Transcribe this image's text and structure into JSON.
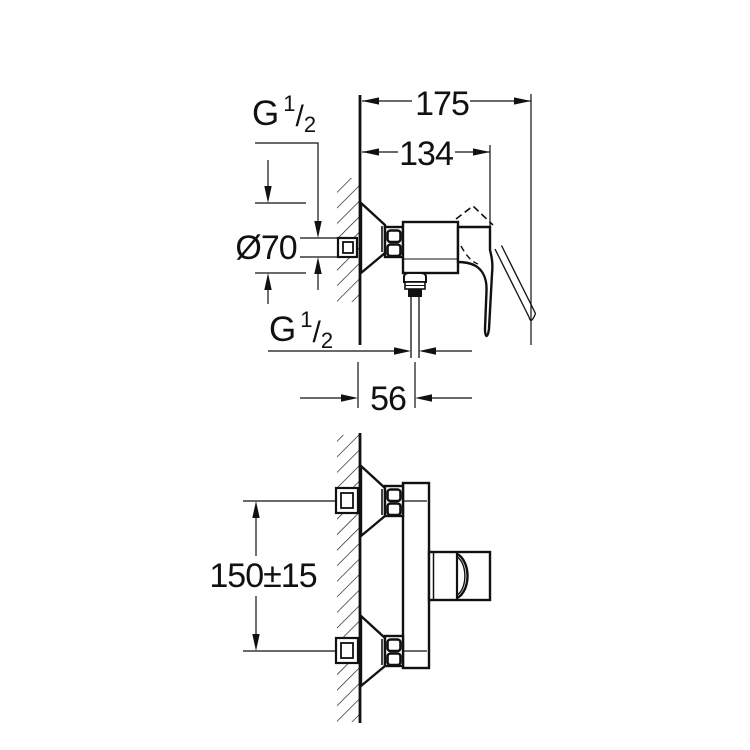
{
  "colors": {
    "ink": "#111111",
    "background": "#ffffff"
  },
  "view_top": {
    "dim_depth_total": "175",
    "dim_depth_body": "134",
    "dim_outlet_offset": "56",
    "label_diameter": "Ø70",
    "thread_top": {
      "g": "G",
      "sup": "1",
      "slash": "/",
      "sub": "2"
    },
    "thread_bottom": {
      "g": "G",
      "sup": "1",
      "slash": "/",
      "sub": "2"
    }
  },
  "view_front": {
    "dim_inlet_spacing": "150±15"
  }
}
